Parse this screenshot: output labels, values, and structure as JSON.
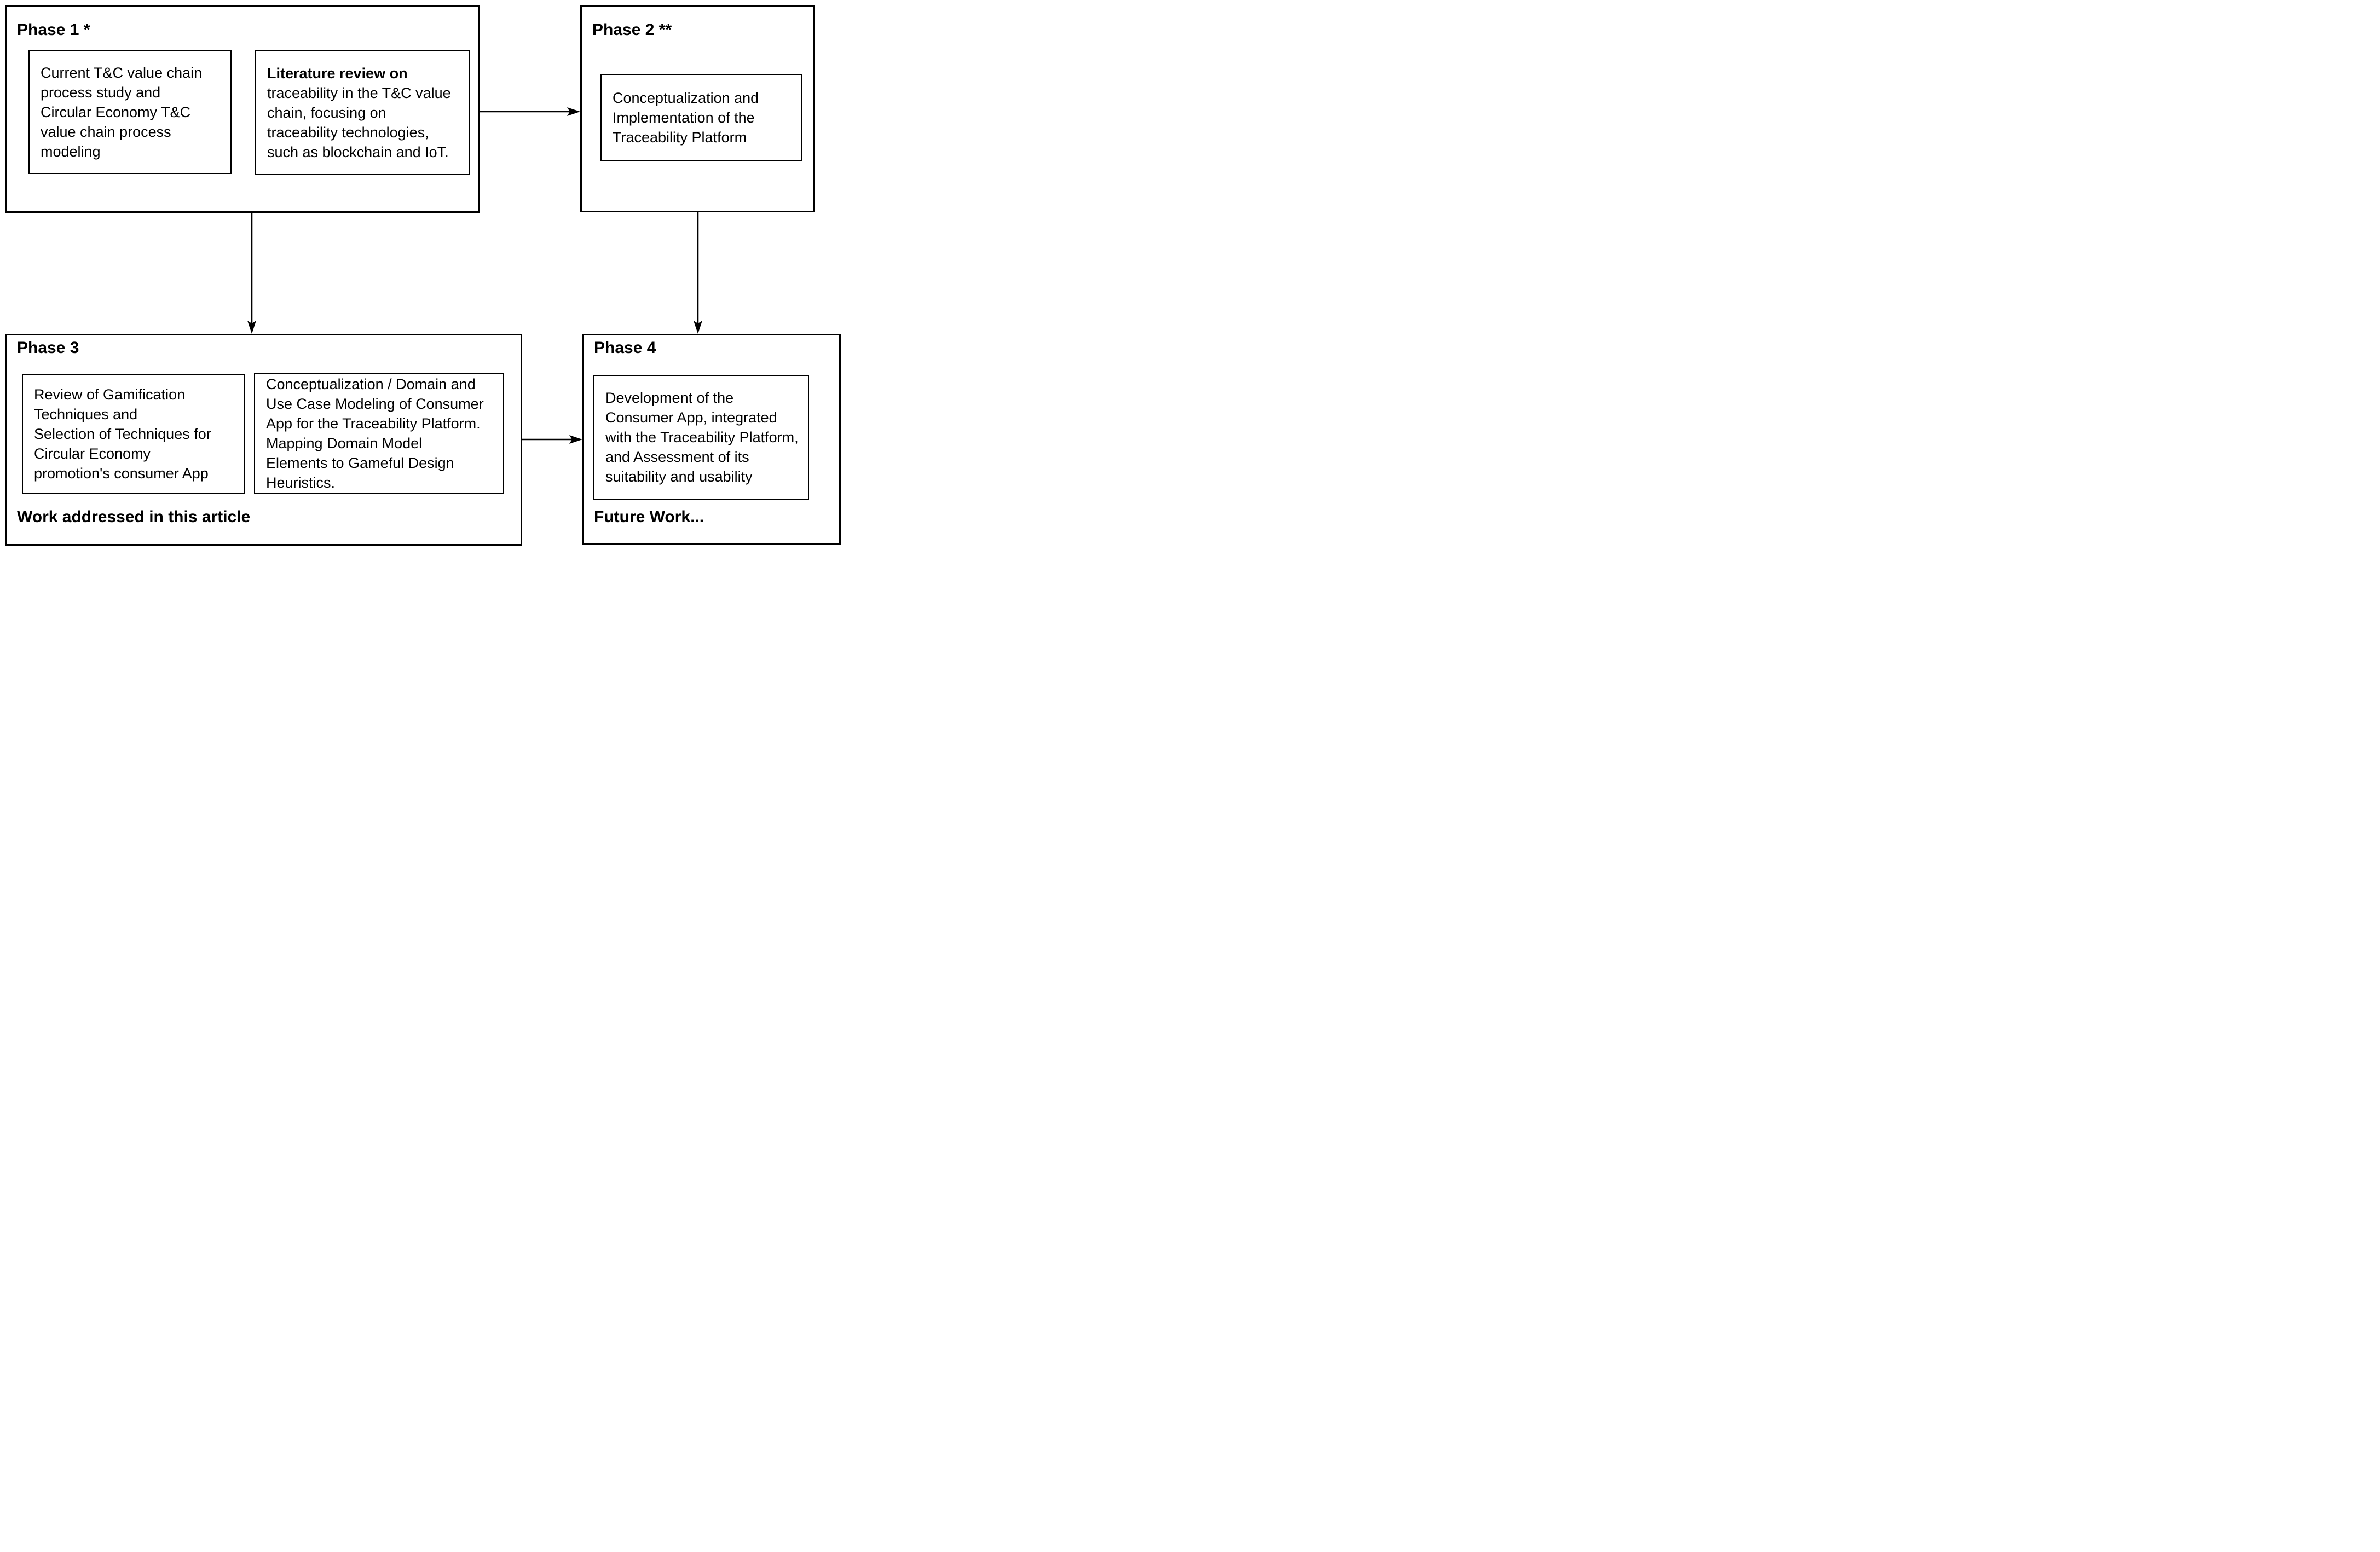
{
  "palette": {
    "background": "#ffffff",
    "line": "#000000",
    "text": "#000000"
  },
  "phase1": {
    "title": "Phase 1 *",
    "card1": {
      "body": "Current T&C value chain\nprocess study and\nCircular Economy T&C\nvalue chain process\nmodeling"
    },
    "card2": {
      "lead": "Literature review on",
      "body": "\ntraceability in the T&C value\nchain, focusing on\ntraceability technologies,\nsuch as blockchain and IoT."
    }
  },
  "phase2": {
    "title": "Phase 2 **",
    "card1": {
      "body": "Conceptualization and\nImplementation of the\nTraceability Platform"
    }
  },
  "phase3": {
    "title": "Phase 3",
    "card1": {
      "body": "Review of Gamification\nTechniques and\nSelection of Techniques for\nCircular Economy\npromotion's consumer App"
    },
    "card2": {
      "body": "Conceptualization / Domain and\nUse Case Modeling of Consumer\nApp for the Traceability Platform.\nMapping Domain Model\nElements to Gameful Design\nHeuristics."
    },
    "footer": "Work addressed in this article"
  },
  "phase4": {
    "title": "Phase 4",
    "card1": {
      "body": "Development of the\nConsumer App, integrated\nwith the Traceability Platform,\nand Assessment of its\nsuitability and usability"
    },
    "footer": "Future Work..."
  },
  "arrows": [
    {
      "from": "Phase 1",
      "to": "Phase 2",
      "direction": "right"
    },
    {
      "from": "Phase 1",
      "to": "Phase 3",
      "direction": "down"
    },
    {
      "from": "Phase 2",
      "to": "Phase 4",
      "direction": "down"
    },
    {
      "from": "Phase 3",
      "to": "Phase 4",
      "direction": "right"
    }
  ]
}
